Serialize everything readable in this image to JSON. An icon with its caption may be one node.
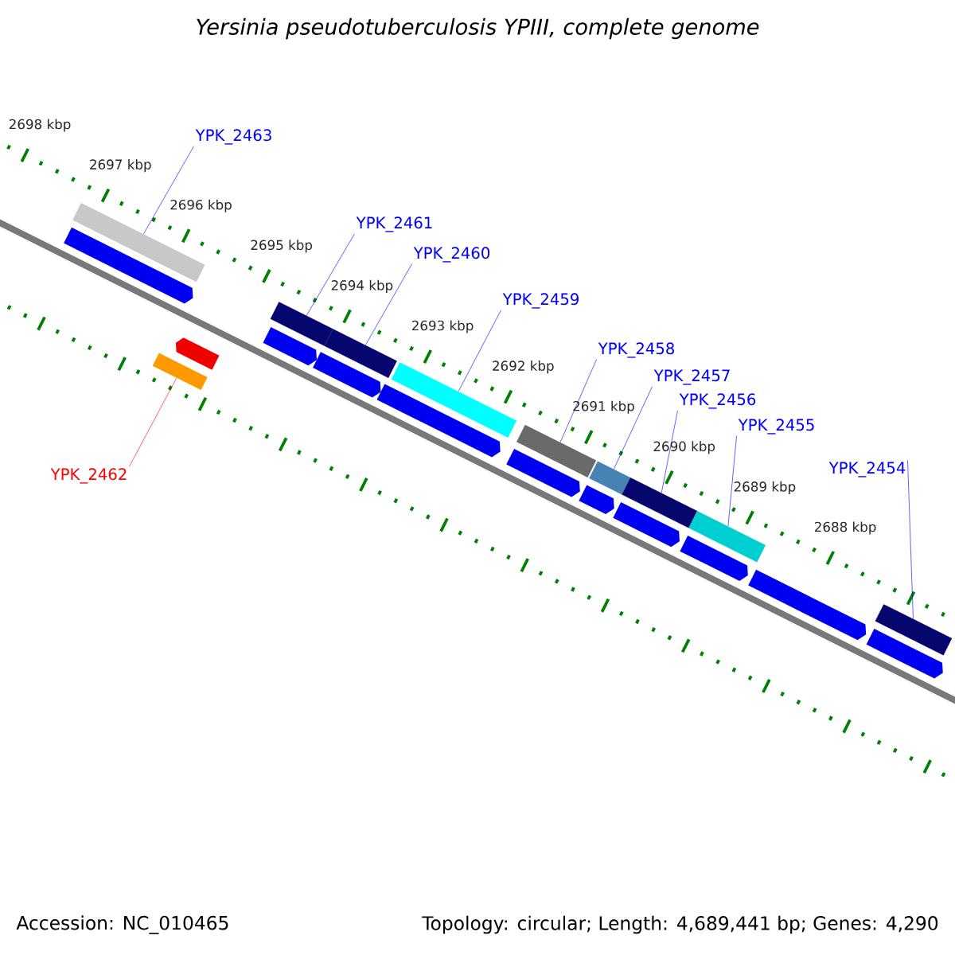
{
  "diagram": {
    "title": "Yersinia pseudotuberculosis YPIII, complete genome",
    "nodes": [
      {
        "text": [
          "YPK_2463"
        ]
      },
      {
        "text": [
          "YPK_2461"
        ]
      },
      {
        "text": [
          "YPK_2460"
        ]
      },
      {
        "text": [
          "YPK_2459"
        ]
      },
      {
        "text": [
          "YPK_2458"
        ]
      },
      {
        "text": [
          "YPK_2457"
        ]
      },
      {
        "text": [
          "YPK_2456"
        ]
      },
      {
        "text": [
          "YPK_2455"
        ]
      },
      {
        "text": [
          "YPK_2454"
        ]
      },
      {
        "text": [
          "YPK_2462"
        ]
      },
      {
        "text": [],
        "shape": "bar"
      },
      {
        "text": [],
        "shape": "bar"
      },
      {
        "text": [],
        "shape": "bar"
      },
      {
        "text": [],
        "shape": "bar"
      },
      {
        "text": [],
        "shape": "bar"
      },
      {
        "text": [],
        "shape": "bar"
      },
      {
        "text": [],
        "shape": "bar"
      },
      {
        "text": [],
        "shape": "bar"
      },
      {
        "text": [],
        "shape": "bar"
      },
      {
        "text": [],
        "shape": "bar"
      },
      {
        "text": [],
        "shape": "arrow"
      },
      {
        "text": [],
        "shape": "arrow"
      },
      {
        "text": [],
        "shape": "arrow"
      },
      {
        "text": [],
        "shape": "arrow"
      },
      {
        "text": [],
        "shape": "arrow"
      },
      {
        "text": [],
        "shape": "arrow"
      },
      {
        "text": [],
        "shape": "arrow"
      },
      {
        "text": [],
        "shape": "arrow"
      },
      {
        "text": [],
        "shape": "arrow"
      },
      {
        "text": [],
        "shape": "arrow"
      },
      {
        "text": [],
        "shape": "arrow"
      }
    ],
    "edges": [
      {
        "from": 0,
        "to": 10,
        "arrow": "none"
      },
      {
        "from": 1,
        "to": 12,
        "arrow": "none"
      },
      {
        "from": 2,
        "to": 13,
        "arrow": "none"
      },
      {
        "from": 3,
        "to": 14,
        "arrow": "none"
      },
      {
        "from": 4,
        "to": 15,
        "arrow": "none"
      },
      {
        "from": 5,
        "to": 16,
        "arrow": "none"
      },
      {
        "from": 6,
        "to": 17,
        "arrow": "none"
      },
      {
        "from": 7,
        "to": 18,
        "arrow": "none"
      },
      {
        "from": 8,
        "to": 19,
        "arrow": "none"
      },
      {
        "from": 9,
        "to": 11,
        "arrow": "none",
        "color": "#ff0000"
      }
    ],
    "labels": [
      "2698 kbp",
      "2697 kbp",
      "2696 kbp",
      "2695 kbp",
      "2694 kbp",
      "2693 kbp",
      "2692 kbp",
      "2691 kbp",
      "2690 kbp",
      "2689 kbp",
      "2688 kbp",
      "Accession: NC_010465",
      "Topology: circular; Length: 4,689,441 bp; Genes: 4,290"
    ]
  }
}
